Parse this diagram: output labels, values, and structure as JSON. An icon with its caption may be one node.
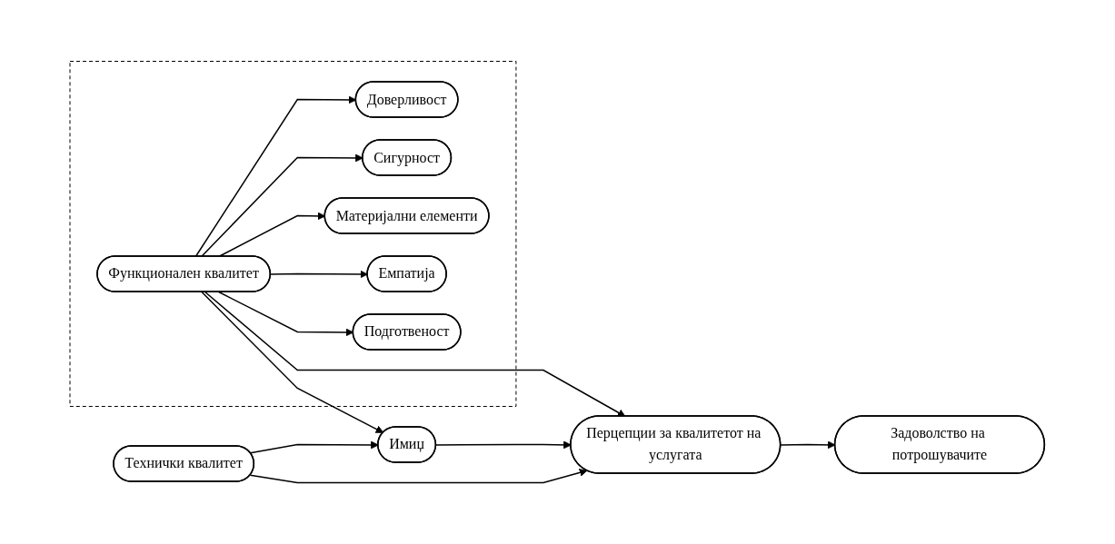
{
  "diagram": {
    "nodes": [
      {
        "text": [],
        "shape": "box"
      },
      {
        "text": [
          "Доверливост"
        ],
        "in": 0
      },
      {
        "text": [
          "Сигурност"
        ],
        "in": 0
      },
      {
        "text": [
          "Материјални елементи"
        ],
        "in": 0
      },
      {
        "text": [
          "Емпатија"
        ],
        "in": 0
      },
      {
        "text": [
          "Подготвеност"
        ],
        "in": 0
      },
      {
        "text": [
          "Функционален квалитет"
        ],
        "in": 0
      },
      {
        "text": [
          "Имиџ"
        ]
      },
      {
        "text": [
          "Перцепции за квалитетот на услугата"
        ]
      },
      {
        "text": [
          "Задоволство на потрошувачите"
        ]
      },
      {
        "text": [
          "Технички квалитет"
        ]
      }
    ],
    "edges": [
      {
        "from": 6,
        "to": 1,
        "arrow": "to"
      },
      {
        "from": 6,
        "to": 2,
        "arrow": "to"
      },
      {
        "from": 6,
        "to": 3,
        "arrow": "to"
      },
      {
        "from": 6,
        "to": 4,
        "arrow": "to"
      },
      {
        "from": 6,
        "to": 5,
        "arrow": "to"
      },
      {
        "from": 6,
        "to": 7,
        "arrow": "to"
      },
      {
        "from": 6,
        "to": 8,
        "arrow": "to"
      },
      {
        "from": 7,
        "to": 8,
        "arrow": "to"
      },
      {
        "from": 8,
        "to": 9,
        "arrow": "to"
      },
      {
        "from": 10,
        "to": 7,
        "arrow": "to"
      },
      {
        "from": 10,
        "to": 8,
        "arrow": "to"
      }
    ]
  }
}
